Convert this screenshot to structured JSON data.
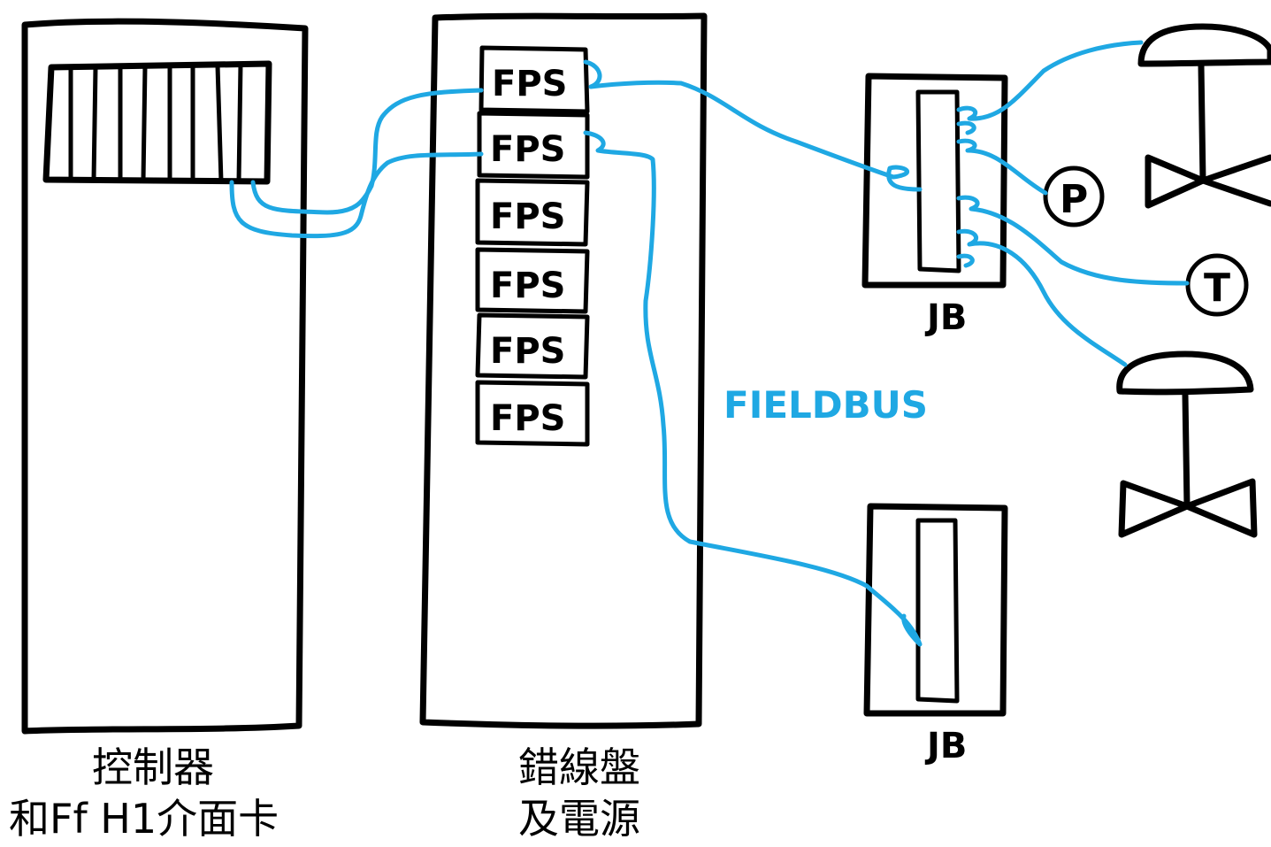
{
  "diagram": {
    "fps_modules": [
      {
        "label": "FPS"
      },
      {
        "label": "FPS"
      },
      {
        "label": "FPS"
      },
      {
        "label": "FPS"
      },
      {
        "label": "FPS"
      },
      {
        "label": "FPS"
      }
    ],
    "junction_boxes": [
      {
        "label": "JB"
      },
      {
        "label": "JB"
      }
    ],
    "instruments": {
      "pressure": "P",
      "temperature": "T"
    },
    "bus_label": "FIELDBUS",
    "captions": {
      "controller_line1": "控制器",
      "controller_line2": "和Ff H1介面卡",
      "marshalling_line1": "錯線盤",
      "marshalling_line2": "及電源"
    }
  }
}
